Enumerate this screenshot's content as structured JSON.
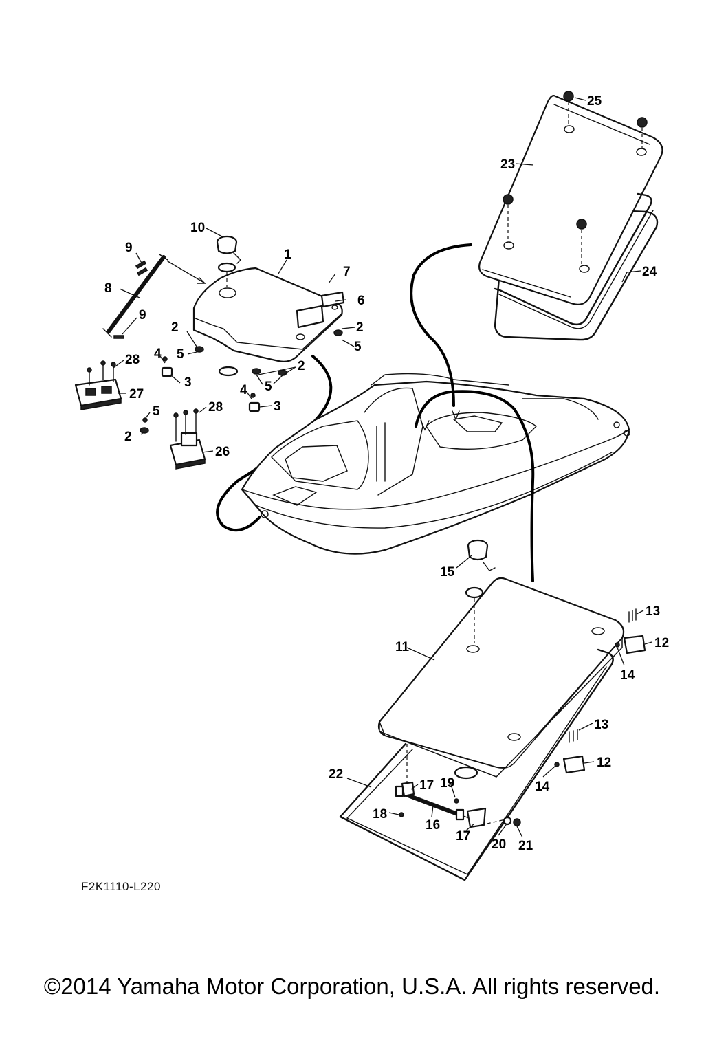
{
  "callouts": [
    "1",
    "2",
    "3",
    "4",
    "5",
    "6",
    "7",
    "8",
    "9",
    "10",
    "11",
    "12",
    "13",
    "14",
    "15",
    "16",
    "17",
    "18",
    "19",
    "20",
    "21",
    "22",
    "23",
    "24",
    "25",
    "26",
    "27",
    "28"
  ],
  "diagram_code": "F2K1110-L220",
  "copyright": "©2014 Yamaha Motor Corporation, U.S.A. All rights reserved."
}
